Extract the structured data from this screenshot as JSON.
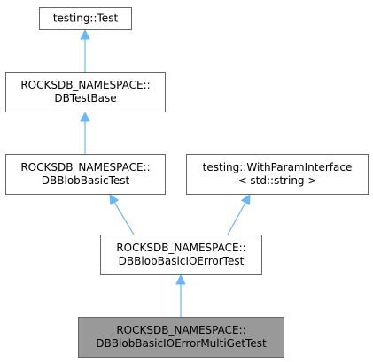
{
  "diagram": {
    "nodes": [
      {
        "id": "testing-test",
        "lines": [
          "testing::Test"
        ],
        "highlighted": false
      },
      {
        "id": "db-test-base",
        "lines": [
          "ROCKSDB_NAMESPACE::",
          "DBTestBase"
        ],
        "highlighted": false
      },
      {
        "id": "db-blob-basic-test",
        "lines": [
          "ROCKSDB_NAMESPACE::",
          "DBBlobBasicTest"
        ],
        "highlighted": false
      },
      {
        "id": "with-param-interface",
        "lines": [
          "testing::WithParamInterface",
          "< std::string >"
        ],
        "highlighted": false
      },
      {
        "id": "db-blob-basic-io-error-test",
        "lines": [
          "ROCKSDB_NAMESPACE::",
          "DBBlobBasicIOErrorTest"
        ],
        "highlighted": false
      },
      {
        "id": "db-blob-basic-io-error-multiget-test",
        "lines": [
          "ROCKSDB_NAMESPACE::",
          "DBBlobBasicIOErrorMultiGetTest"
        ],
        "highlighted": true
      }
    ],
    "edges": [
      {
        "from": "db-test-base",
        "to": "testing-test"
      },
      {
        "from": "db-blob-basic-test",
        "to": "db-test-base"
      },
      {
        "from": "db-blob-basic-io-error-test",
        "to": "db-blob-basic-test"
      },
      {
        "from": "db-blob-basic-io-error-test",
        "to": "with-param-interface"
      },
      {
        "from": "db-blob-basic-io-error-multiget-test",
        "to": "db-blob-basic-io-error-test"
      }
    ],
    "colors": {
      "edge": "#63b8ff",
      "border": "#666666",
      "highlight_fill": "#999999",
      "fill": "#ffffff"
    }
  }
}
